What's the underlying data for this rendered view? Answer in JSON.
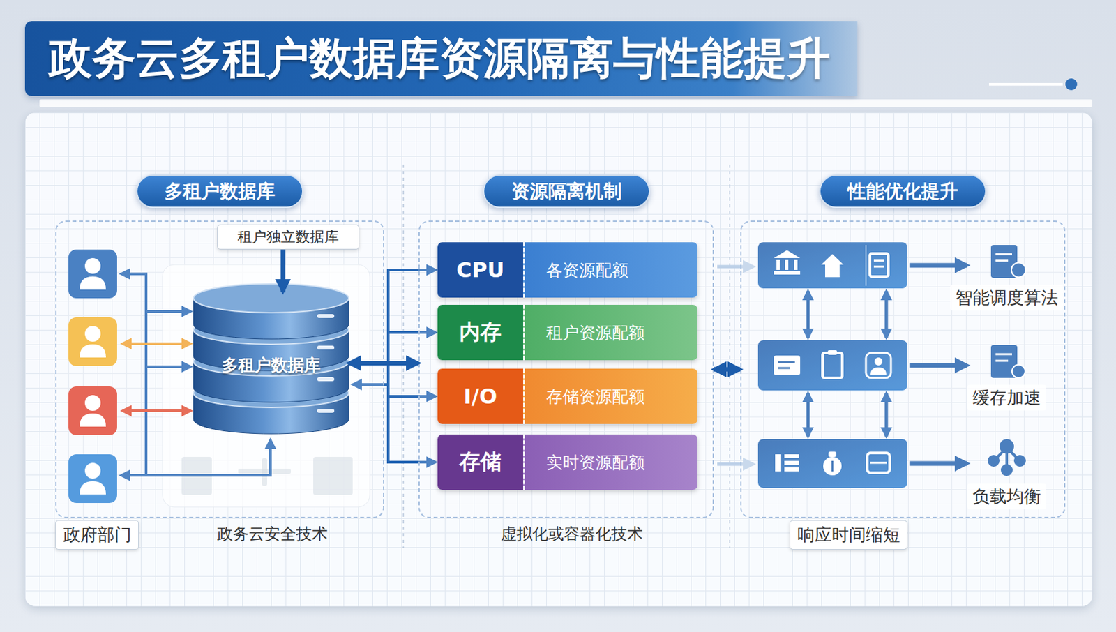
{
  "diagram": {
    "title": "政务云多租户数据库资源隔离与性能提升",
    "nodes": [
      {
        "text": [
          "多租户数据库"
        ]
      },
      {
        "text": [
          "租户独立数据库"
        ],
        "in": 0
      },
      {
        "text": [
          "多租户数据库"
        ],
        "in": 0
      },
      {
        "text": [
          "资源隔离机制"
        ]
      },
      {
        "text": [
          "CPU",
          "各资源配额"
        ],
        "in": 3
      },
      {
        "text": [
          "内存",
          "租户资源配额"
        ],
        "in": 3
      },
      {
        "text": [
          "I/O",
          "存储资源配额"
        ],
        "in": 3
      },
      {
        "text": [
          "存储",
          "实时资源配额"
        ],
        "in": 3
      },
      {
        "text": [
          "性能优化提升"
        ]
      },
      {
        "text": [
          "政府部门"
        ]
      },
      {
        "text": [
          "响应时间缩短"
        ]
      }
    ],
    "edges": [
      {
        "from": 1,
        "to": 2,
        "arrow": "to"
      },
      {
        "from": 2,
        "to": 3,
        "arrow": "both"
      },
      {
        "from": 3,
        "to": 8,
        "arrow": "both"
      }
    ],
    "labels": [
      "政务云安全技术",
      "虚拟化或容器化技术",
      "智能调度算法",
      "缓存加速",
      "负载均衡"
    ]
  }
}
